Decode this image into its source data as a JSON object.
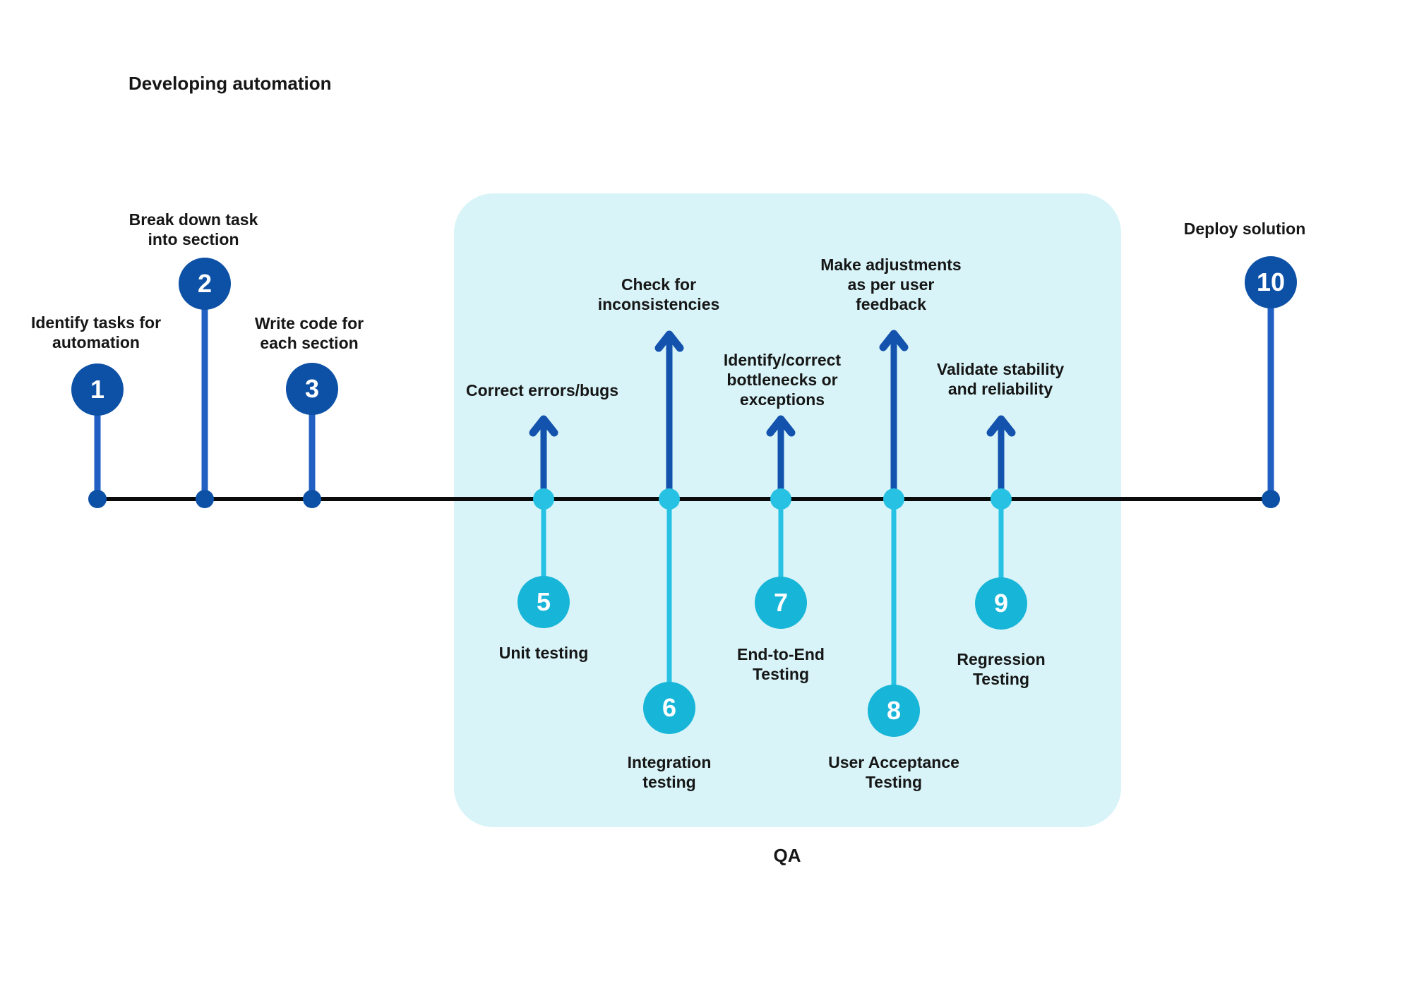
{
  "title": "Developing automation",
  "qa_zone": {
    "label": "QA"
  },
  "steps": [
    {
      "num": "1",
      "label": "Identify tasks for\nautomation"
    },
    {
      "num": "2",
      "label": "Break down task\ninto section"
    },
    {
      "num": "3",
      "label": "Write code for\neach section"
    },
    {
      "num": "5",
      "arrow_label": "Correct errors/bugs",
      "label": "Unit testing"
    },
    {
      "num": "6",
      "arrow_label": "Check for\ninconsistencies",
      "label": "Integration\ntesting"
    },
    {
      "num": "7",
      "arrow_label": "Identify/correct\nbottlenecks or\nexceptions",
      "label": "End-to-End\nTesting"
    },
    {
      "num": "8",
      "arrow_label": "Make adjustments\nas per user\nfeedback",
      "label": "User Acceptance\nTesting"
    },
    {
      "num": "9",
      "arrow_label": "Validate stability\nand reliability",
      "label": "Regression\nTesting"
    },
    {
      "num": "10",
      "label": "Deploy solution"
    }
  ],
  "colors": {
    "dark_blue": "#0d51a6",
    "stem_blue": "#2160c2",
    "arrow_blue": "#1353ae",
    "cyan": "#17b5d8",
    "cyan_light": "#27c2e3",
    "qa_bg": "#d8f4f8",
    "timeline_black": "#0b0b0b",
    "number_white": "#ffffff",
    "text_dark": "#161616"
  }
}
